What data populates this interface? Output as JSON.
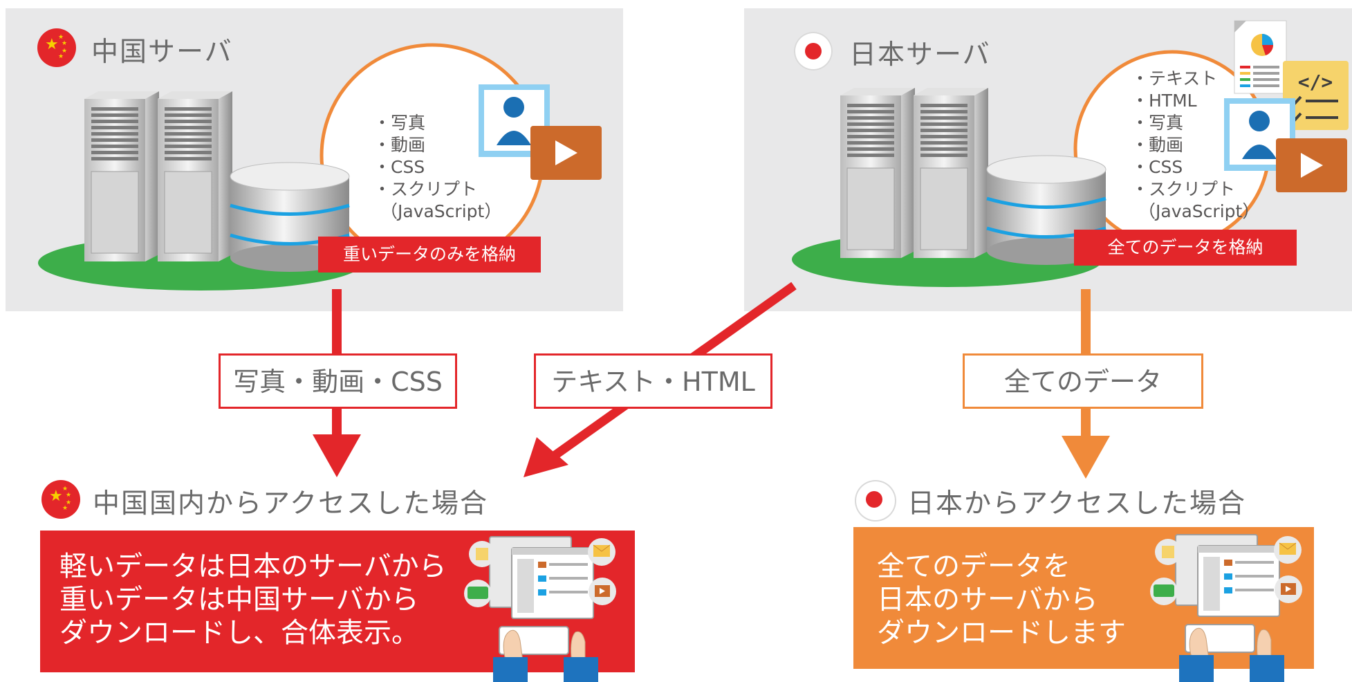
{
  "china_server": {
    "title": "中国サーバ",
    "items": [
      "・写真",
      "・動画",
      "・CSS",
      "・スクリプト",
      "（JavaScript）"
    ],
    "storage_tag": "重いデータのみを格納"
  },
  "japan_server": {
    "title": "日本サーバ",
    "items": [
      "・テキスト",
      "・HTML",
      "・写真",
      "・動画",
      "・CSS",
      "・スクリプト",
      "（JavaScript）"
    ],
    "storage_tag": "全てのデータを格納"
  },
  "flows": {
    "china_label": "写真・動画・CSS",
    "japan_to_china_label": "テキスト・HTML",
    "japan_label": "全てのデータ"
  },
  "china_access": {
    "title": "中国国内からアクセスした場合",
    "description": [
      "軽いデータは日本のサーバから",
      "重いデータは中国サーバから",
      "ダウンロードし、合体表示。"
    ]
  },
  "japan_access": {
    "title": "日本からアクセスした場合",
    "description": [
      "全てのデータを",
      "日本のサーバから",
      "ダウンロードします"
    ]
  },
  "colors": {
    "red": "#e3262a",
    "orange": "#f08a3a",
    "panel_gray": "#e8e8e9",
    "ground_green": "#3dae4a",
    "db_blue": "#1ba1e2"
  },
  "icons": [
    "server-rack-icon",
    "database-icon",
    "photo-icon",
    "video-play-icon",
    "document-chart-icon",
    "code-icon",
    "checklist-icon",
    "browser-window-icon",
    "keyboard-hands-icon",
    "mail-icon"
  ]
}
